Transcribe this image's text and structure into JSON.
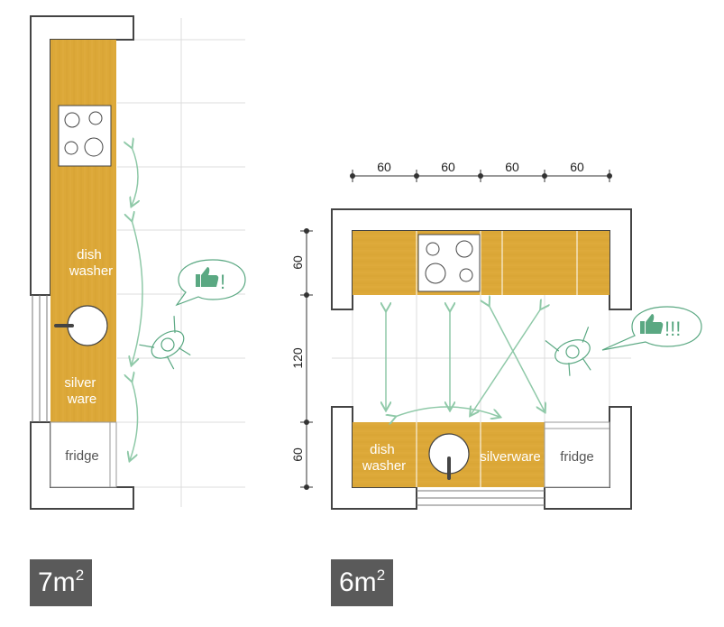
{
  "galley": {
    "labels": {
      "dishwasher": [
        "dish",
        "washer"
      ],
      "silverware": [
        "silver",
        "ware"
      ],
      "fridge": "fridge"
    },
    "area": {
      "value": "7m",
      "sup": "2"
    }
  },
  "ushape": {
    "dims_top": [
      "60",
      "60",
      "60",
      "60"
    ],
    "dims_left": [
      "60",
      "120",
      "60"
    ],
    "labels": {
      "dishwasher": [
        "dish",
        "washer"
      ],
      "silverware": "silverware",
      "fridge": "fridge"
    },
    "area": {
      "value": "6m",
      "sup": "2"
    }
  },
  "bubbles": {
    "galley": "!",
    "ushape": "!!!"
  },
  "colors": {
    "wall": "#444444",
    "wall_fill": "#ffffff",
    "counter": "#d9a535",
    "arrow": "#8fc9a8",
    "badge": "#5a5a5a"
  },
  "icons": [
    "cooktop-icon",
    "sink-icon",
    "person-icon",
    "thumbs-up-icon",
    "speech-bubble-icon"
  ]
}
